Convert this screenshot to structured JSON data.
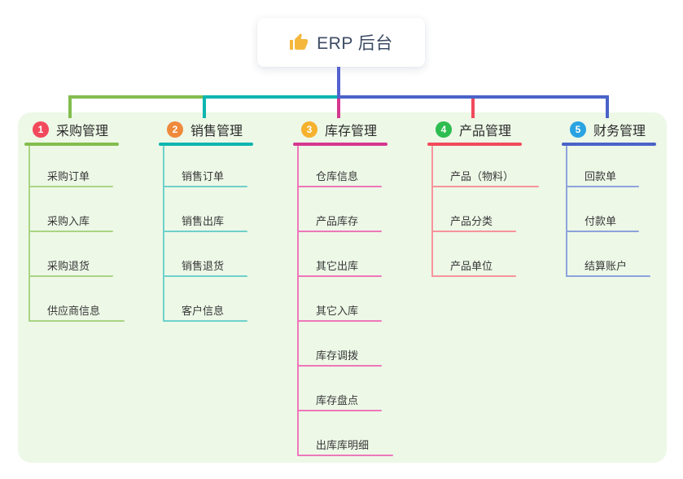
{
  "root": {
    "label": "ERP 后台",
    "icon": "thumbs-up",
    "icon_color": "#f5b83d",
    "text_color": "#3c4b63"
  },
  "canvas": {
    "background": "#ffffff",
    "board_background": "#edf8e7",
    "root_connector_color": "#5362cf"
  },
  "branches": [
    {
      "label": "采购管理",
      "badge": "1",
      "badge_color": "#f2495c",
      "line_color": "#82bd4e",
      "child_line_color": "#a9d584",
      "children": [
        "采购订单",
        "采购入库",
        "采购退货",
        "供应商信息"
      ]
    },
    {
      "label": "销售管理",
      "badge": "2",
      "badge_color": "#ef8a3c",
      "line_color": "#0db5b0",
      "child_line_color": "#6fd1cb",
      "children": [
        "销售订单",
        "销售出库",
        "销售退货",
        "客户信息"
      ]
    },
    {
      "label": "库存管理",
      "badge": "3",
      "badge_color": "#f6b12e",
      "line_color": "#d6378f",
      "child_line_color": "#ee77ba",
      "children": [
        "仓库信息",
        "产品库存",
        "其它出库",
        "其它入库",
        "库存调拨",
        "库存盘点",
        "出库库明细"
      ]
    },
    {
      "label": "产品管理",
      "badge": "4",
      "badge_color": "#2ebd50",
      "line_color": "#f14a5b",
      "child_line_color": "#f7939c",
      "children": [
        "产品（物料）",
        "产品分类",
        "产品单位"
      ]
    },
    {
      "label": "财务管理",
      "badge": "5",
      "badge_color": "#29a3e2",
      "line_color": "#4a63c8",
      "child_line_color": "#8da3dc",
      "children": [
        "回款单",
        "付款单",
        "结算账户"
      ]
    }
  ]
}
